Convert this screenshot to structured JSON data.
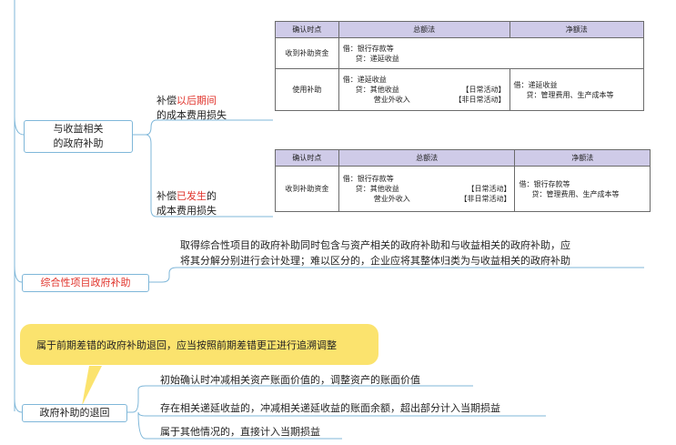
{
  "branches": {
    "income": {
      "label_line1": "与收益相关",
      "label_line2": "的政府补助",
      "future": {
        "prefix": "补偿",
        "highlight": "以后期间",
        "line2": "的成本费用损失"
      },
      "past": {
        "prefix": "补偿",
        "highlight": "已发生",
        "suffix": "的",
        "line2": "成本费用损失"
      }
    },
    "mixed": {
      "label": "综合性项目政府补助",
      "desc_line1": "取得综合性项目的政府补助同时包含与资产相关的政府补助和与收益相关的政府补助，应",
      "desc_line2": "将其分解分别进行会计处理；难以区分的，企业应将其整体归类为与收益相关的政府补助"
    },
    "refund": {
      "label": "政府补助的退回",
      "callout": "属于前期差错的政府补助退回，应当按照前期差错更正进行追溯调整",
      "items": [
        "初始确认时冲减相关资产账面价值的，调整资产的账面价值",
        "存在相关递延收益的，冲减相关递延收益的账面余额，超出部分计入当期损益",
        "属于其他情况的，直接计入当期损益"
      ]
    }
  },
  "table1": {
    "headers": [
      "确认时点",
      "总额法",
      "净额法"
    ],
    "row1": {
      "time": "收到补助资金",
      "gross_l1": "借：银行存款等",
      "gross_l2": "贷：递延收益"
    },
    "row2": {
      "time": "使用补助",
      "gross_l1": "借：递延收益",
      "gross_l2": "贷：其他收益",
      "gross_l2_tag": "【日常活动】",
      "gross_l3": "营业外收入",
      "gross_l3_tag": "【非日常活动】",
      "net_l1": "借：递延收益",
      "net_l2": "贷：管理费用、生产成本等"
    }
  },
  "table2": {
    "headers": [
      "确认时点",
      "总额法",
      "净额法"
    ],
    "row1": {
      "time": "收到补助资金",
      "gross_l1": "借：银行存款等",
      "gross_l2": "贷：其他收益",
      "gross_l2_tag": "【日常活动】",
      "gross_l3": "营业外收入",
      "gross_l3_tag": "【非日常活动】",
      "net_l1": "借：银行存款等",
      "net_l2": "贷：管理费用、生产成本等"
    }
  },
  "colors": {
    "branch_line": "#7fb7d9",
    "highlight_red": "#e0332b",
    "header_fill": "#cfcbe8",
    "callout_fill": "#fbe36e"
  }
}
